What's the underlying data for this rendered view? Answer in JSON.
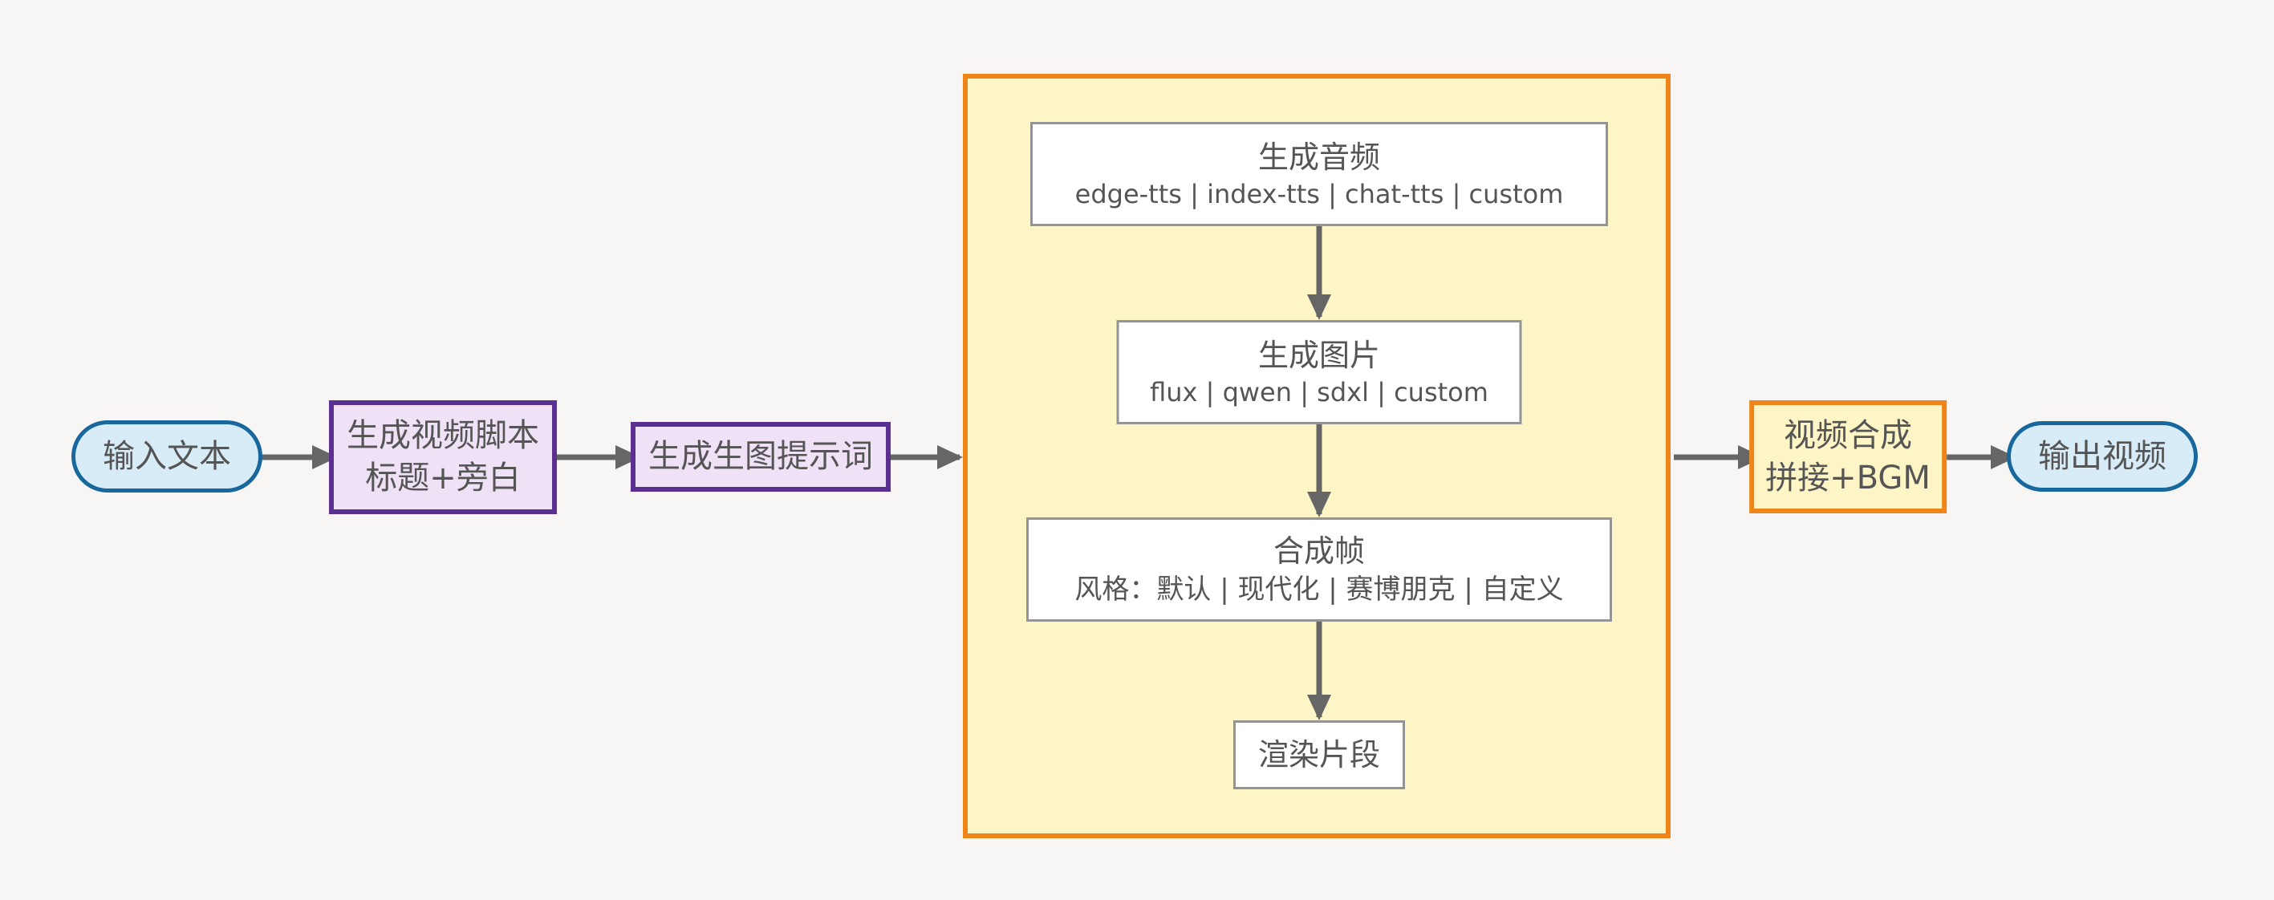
{
  "palette": {
    "background": "#f7f6f4",
    "arrow": "#666666",
    "terminal_fill": "#d8ecf8",
    "terminal_border": "#19689d",
    "process_fill": "#efe2f6",
    "process_border": "#5b2e91",
    "group_fill": "#fdf5c6",
    "group_border": "#ef8418",
    "step_fill": "#ffffff",
    "step_border": "#949494",
    "text": "#555555"
  },
  "nodes": {
    "input": {
      "label": "输入文本"
    },
    "script": {
      "title": "生成视频脚本",
      "subtitle": "标题+旁白"
    },
    "prompt": {
      "label": "生成生图提示词"
    },
    "audio": {
      "title": "生成音频",
      "subtitle": "edge-tts | index-tts | chat-tts | custom"
    },
    "image": {
      "title": "生成图片",
      "subtitle": "flux | qwen | sdxl | custom"
    },
    "frame": {
      "title": "合成帧",
      "subtitle": "风格：默认 | 现代化 | 赛博朋克 | 自定义"
    },
    "render": {
      "label": "渲染片段"
    },
    "compose": {
      "title": "视频合成",
      "subtitle": "拼接+BGM"
    },
    "output": {
      "label": "输出视频"
    }
  }
}
